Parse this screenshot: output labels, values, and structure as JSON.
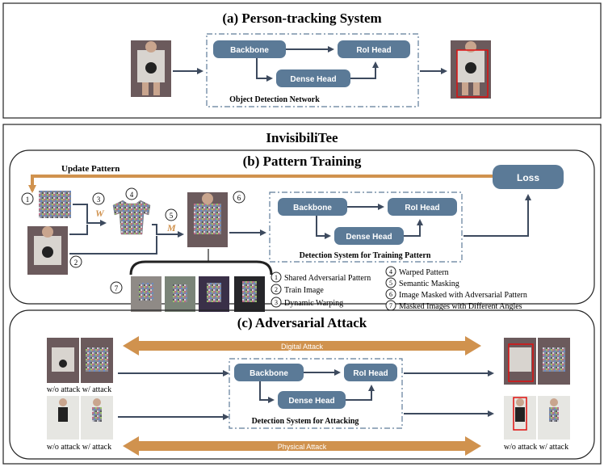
{
  "panel_a": {
    "title": "(a) Person-tracking System",
    "backbone": "Backbone",
    "roi_head": "RoI Head",
    "dense_head": "Dense Head",
    "network_caption": "Object Detection Network"
  },
  "system_title": "InvisibiliTee",
  "panel_b": {
    "title": "(b)  Pattern Training",
    "update_pattern": "Update Pattern",
    "loss": "Loss",
    "w_label": "W",
    "m_label": "M",
    "backbone": "Backbone",
    "roi_head": "RoI Head",
    "dense_head": "Dense Head",
    "system_caption": "Detection System for Training Pattern",
    "markers": [
      "1",
      "2",
      "3",
      "4",
      "5",
      "6",
      "7"
    ],
    "legend": [
      {
        "num": "1",
        "text": "Shared Adversarial Pattern"
      },
      {
        "num": "2",
        "text": "Train Image"
      },
      {
        "num": "3",
        "text": "Dynamic Warping"
      },
      {
        "num": "4",
        "text": "Warped Pattern"
      },
      {
        "num": "5",
        "text": "Semantic Masking"
      },
      {
        "num": "6",
        "text": "Image Masked with Adversarial Pattern"
      },
      {
        "num": "7",
        "text": "Masked Images with Different Angles"
      }
    ]
  },
  "panel_c": {
    "title": "(c)  Adversarial Attack",
    "digital_attack": "Digital Attack",
    "physical_attack": "Physical Attack",
    "backbone": "Backbone",
    "roi_head": "RoI Head",
    "dense_head": "Dense Head",
    "system_caption": "Detection System for Attacking",
    "labels": {
      "left_top": "w/o attack  w/ attack",
      "left_bottom": "w/o attack  w/ attack",
      "right_bottom": "w/o attack  w/ attack"
    }
  },
  "colors": {
    "module_fill": "#5b7a97",
    "arrow_dark": "#3d4a5e",
    "orange": "#d0924e",
    "dash": "#5f7c99",
    "detect_box": "#e01010"
  }
}
